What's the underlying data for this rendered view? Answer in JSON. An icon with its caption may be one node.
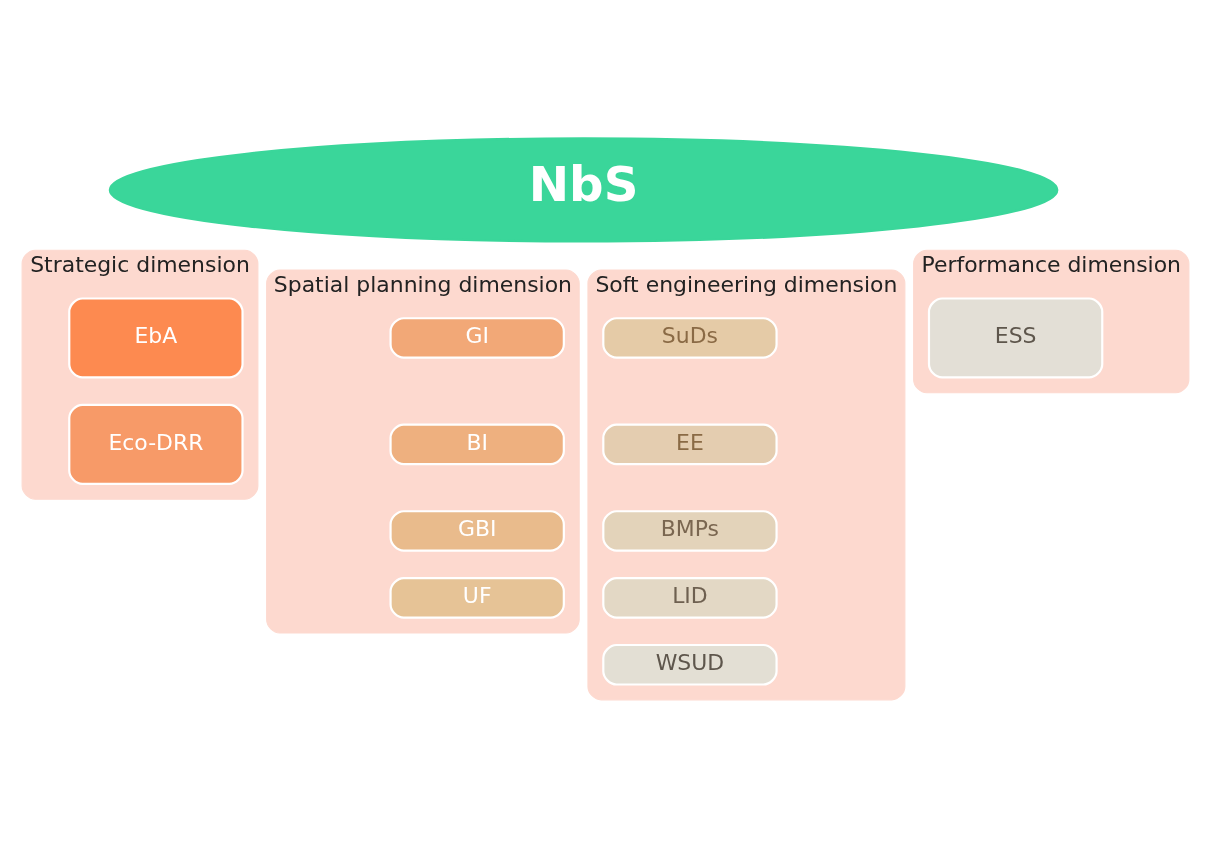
{
  "diagram": {
    "nodes": [
      {
        "text": [
          "NbS"
        ]
      },
      {
        "text": [
          "Strategic dimension"
        ]
      },
      {
        "text": [
          "EbA"
        ],
        "in": 1
      },
      {
        "text": [
          "Eco-DRR"
        ],
        "in": 1
      },
      {
        "text": [
          "Spatial planning dimension"
        ]
      },
      {
        "text": [
          "GI"
        ],
        "in": 4
      },
      {
        "text": [
          "BI"
        ],
        "in": 4
      },
      {
        "text": [
          "GBI"
        ],
        "in": 4
      },
      {
        "text": [
          "UF"
        ],
        "in": 4
      },
      {
        "text": [
          "Soft engineering dimension"
        ]
      },
      {
        "text": [
          "SuDs"
        ],
        "in": 9
      },
      {
        "text": [
          "EE"
        ],
        "in": 9
      },
      {
        "text": [
          "BMPs"
        ],
        "in": 9
      },
      {
        "text": [
          "LID"
        ],
        "in": 9
      },
      {
        "text": [
          "WSUD"
        ],
        "in": 9
      },
      {
        "text": [
          "Performance dimension"
        ]
      },
      {
        "text": [
          "ESS"
        ],
        "in": 15
      }
    ]
  }
}
